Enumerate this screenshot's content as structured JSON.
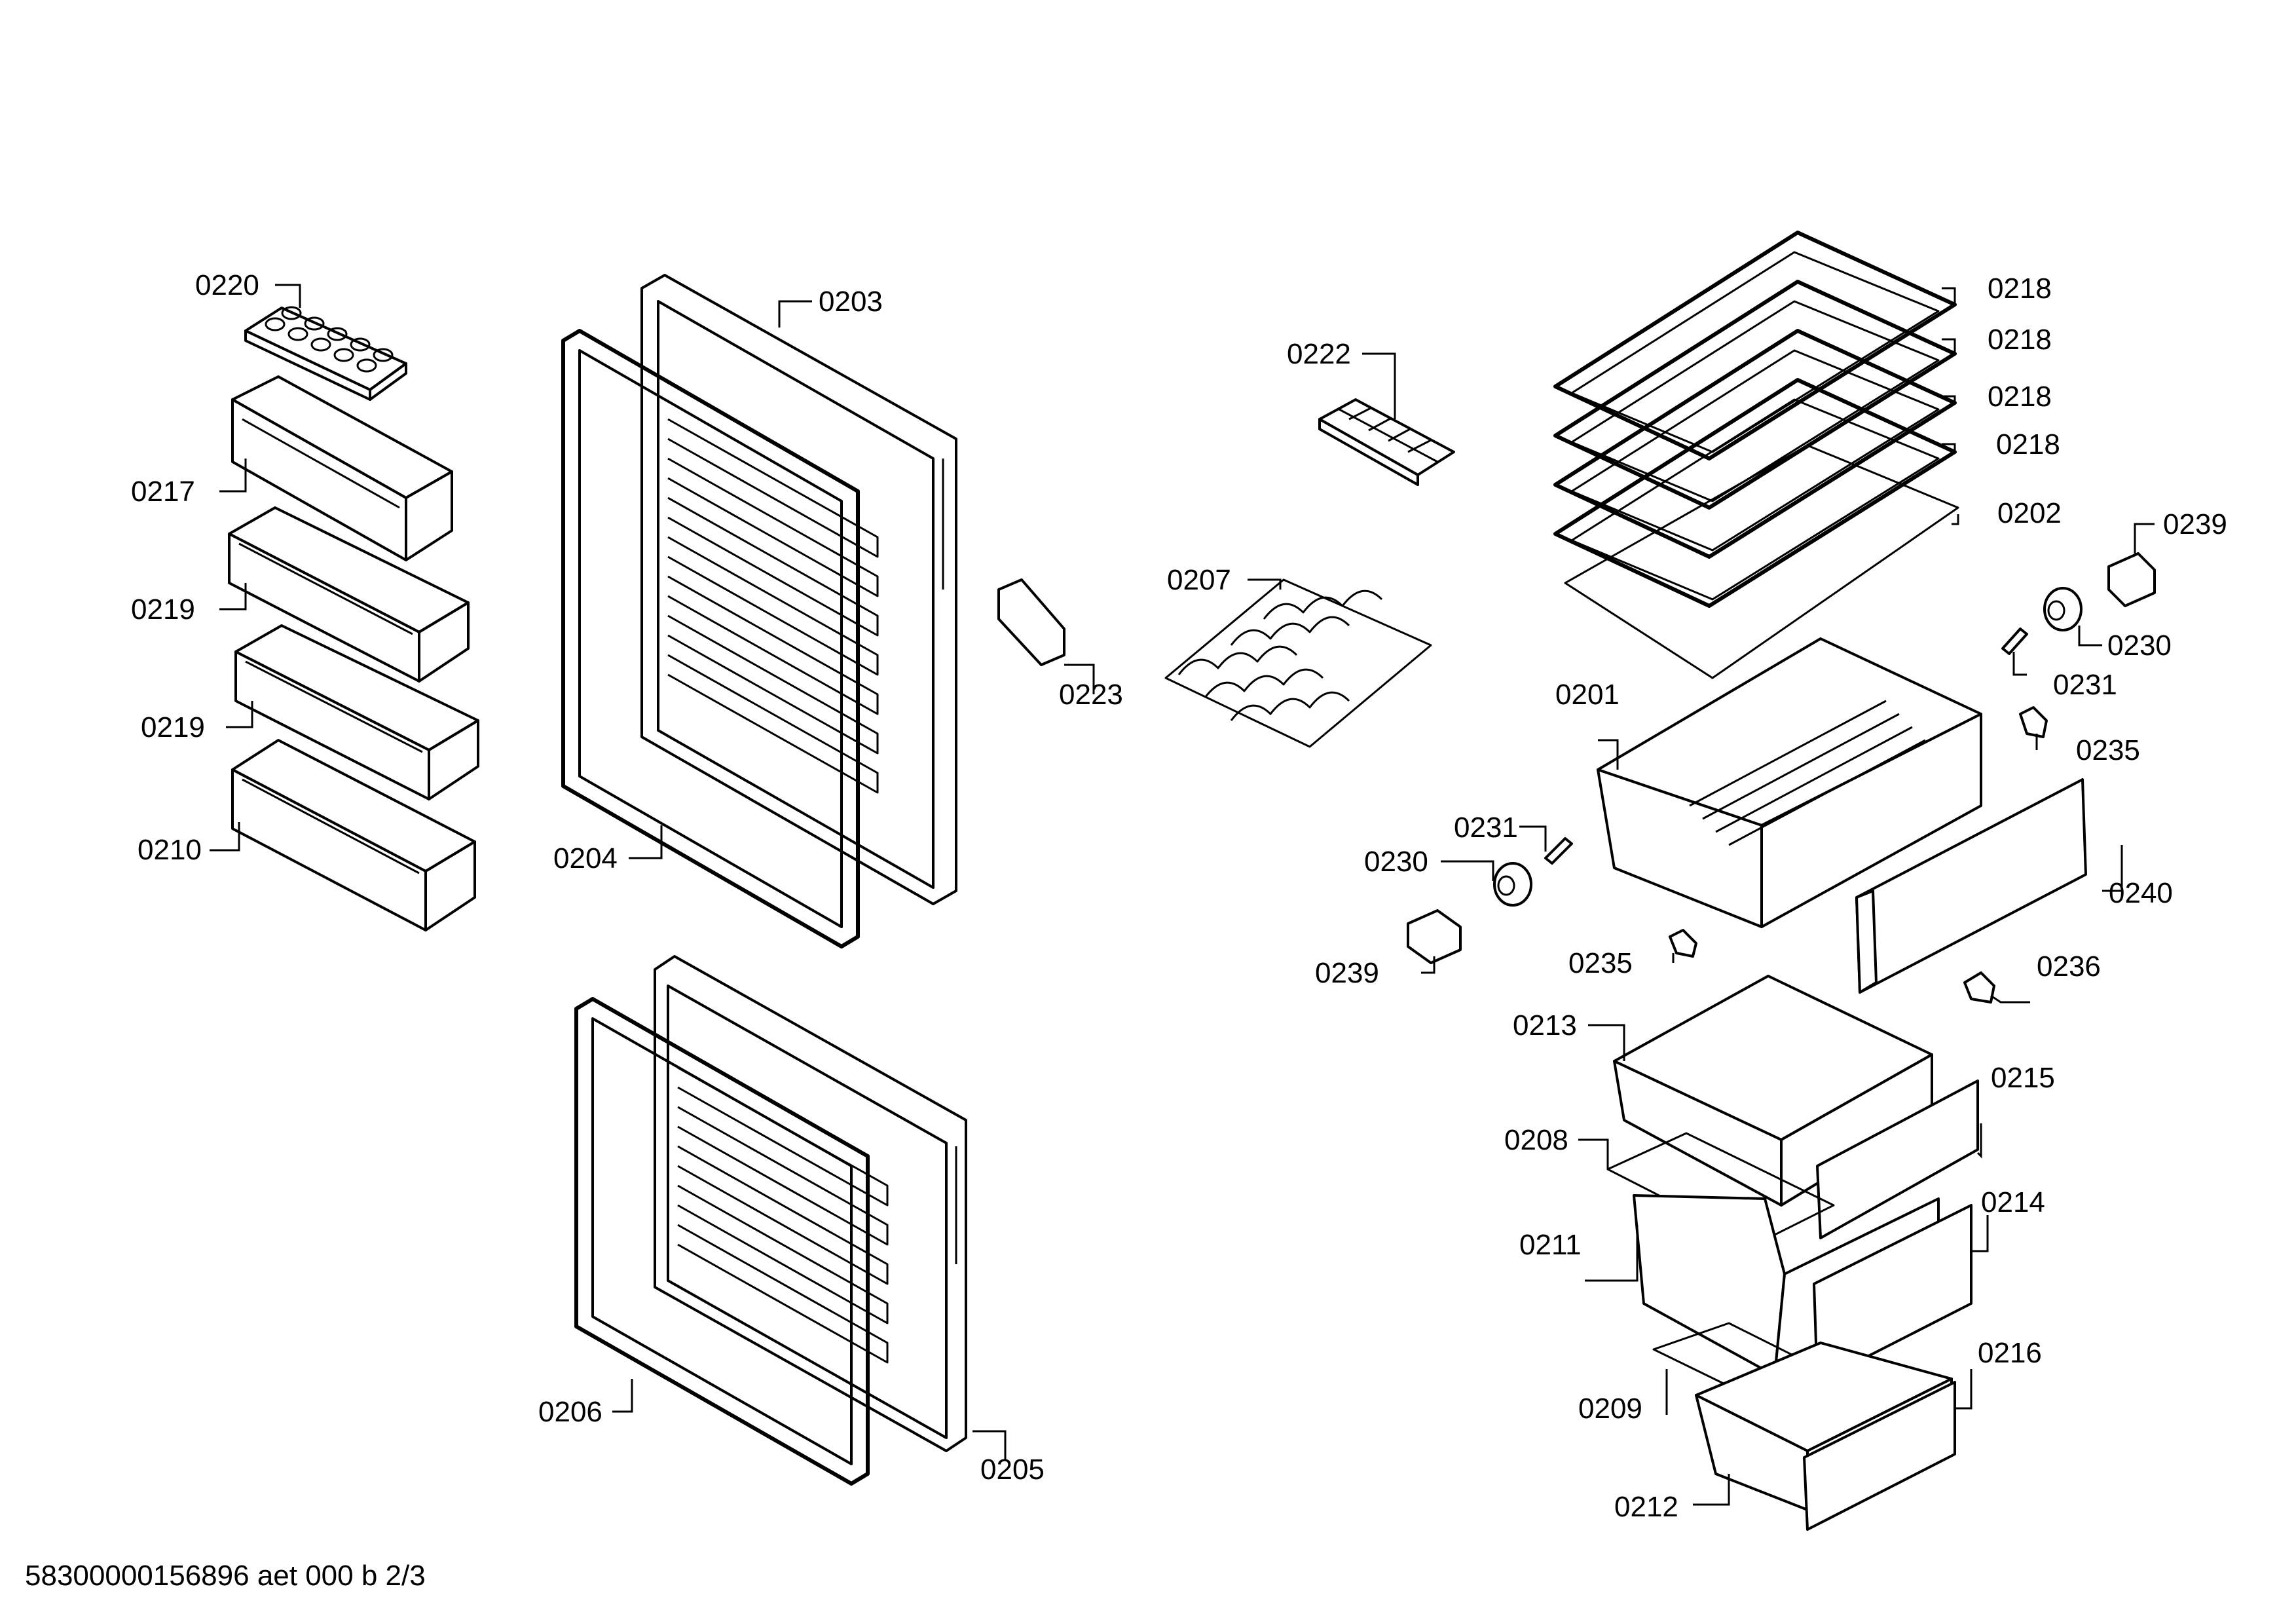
{
  "callouts": {
    "c0220": "0220",
    "c0217": "0217",
    "c0219a": "0219",
    "c0219b": "0219",
    "c0210": "0210",
    "c0203": "0203",
    "c0204": "0204",
    "c0206": "0206",
    "c0205": "0205",
    "c0222": "0222",
    "c0207": "0207",
    "c0223": "0223",
    "c0218a": "0218",
    "c0218b": "0218",
    "c0218c": "0218",
    "c0218d": "0218",
    "c0202": "0202",
    "c0239a": "0239",
    "c0230a": "0230",
    "c0231a": "0231",
    "c0235a": "0235",
    "c0201": "0201",
    "c0231b": "0231",
    "c0230b": "0230",
    "c0240": "0240",
    "c0239b": "0239",
    "c0235b": "0235",
    "c0236": "0236",
    "c0213": "0213",
    "c0215": "0215",
    "c0208": "0208",
    "c0214": "0214",
    "c0211": "0211",
    "c0216": "0216",
    "c0209": "0209",
    "c0212": "0212"
  },
  "footer": "58300000156896 aet 000 b 2/3"
}
